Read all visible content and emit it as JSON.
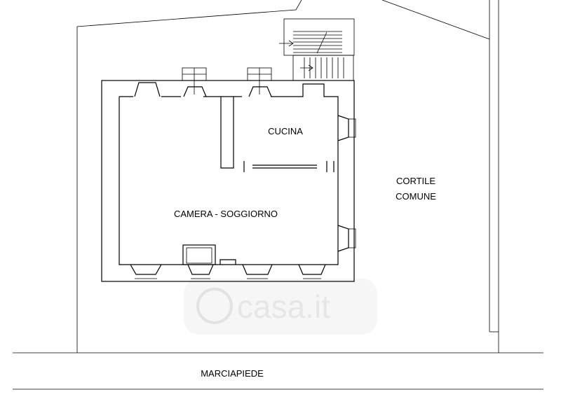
{
  "labels": {
    "kitchen": "CUCINA",
    "courtyard_line1": "CORTILE",
    "courtyard_line2": "COMUNE",
    "living": "CAMERA - SOGGIORNO",
    "sidewalk": "MARCIAPIEDE"
  },
  "watermark": {
    "text": "casa.it"
  },
  "colors": {
    "line": "#000000",
    "watermark": "#e6e6e6"
  }
}
